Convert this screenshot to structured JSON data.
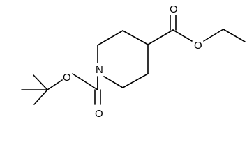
{
  "molecule": {
    "atoms": [
      {
        "id": "n1",
        "symbol": "N"
      },
      {
        "id": "o_ring_ester_carbonyl",
        "symbol": "O"
      },
      {
        "id": "o_ring_ester_single",
        "symbol": "O"
      },
      {
        "id": "o_boc_carbonyl",
        "symbol": "O"
      },
      {
        "id": "o_boc_single",
        "symbol": "O"
      }
    ],
    "colors": {
      "bond": "#000000",
      "label": "#000000",
      "background": "#ffffff"
    }
  }
}
